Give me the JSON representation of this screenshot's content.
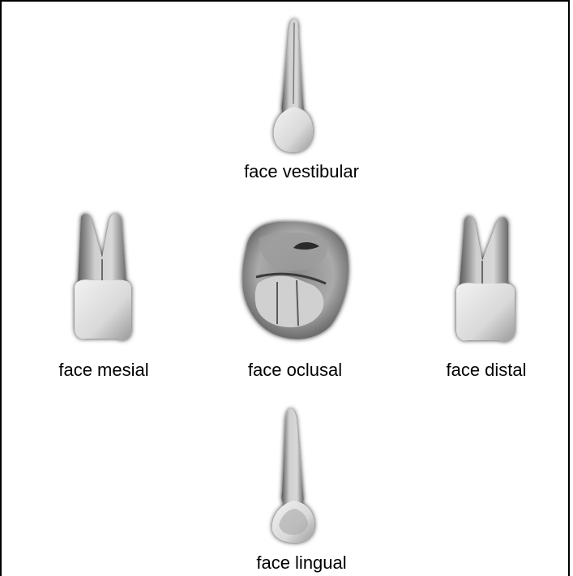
{
  "labels": {
    "vestibular": "face vestibular",
    "mesial": "face mesial",
    "oclusal": "face oclusal",
    "distal": "face distal",
    "lingual": "face lingual"
  },
  "colors": {
    "background": "#ffffff",
    "border": "#000000",
    "text": "#000000",
    "tooth_light": "#e6e6e6",
    "tooth_mid": "#b5b5b5",
    "tooth_dark": "#3a3a3a"
  }
}
